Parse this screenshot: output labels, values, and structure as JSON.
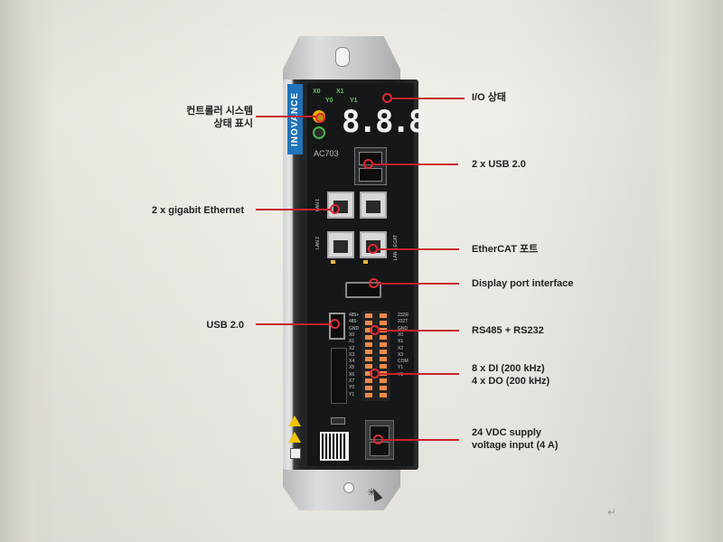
{
  "labels": {
    "system_status": [
      "컨트롤러 시스템",
      "상태 표시"
    ],
    "io_status": "I/O 상태",
    "usb2_x2": "2 x USB 2.0",
    "gigabit_ethernet": "2 x gigabit Ethernet",
    "ethercat": "EtherCAT 포트",
    "display_port": "Display port interface",
    "usb2": "USB 2.0",
    "rs485_rs232": "RS485 + RS232",
    "di_do": [
      "8 x DI (200 kHz)",
      "4 x DO (200 kHz)"
    ],
    "power": [
      "24 VDC supply",
      "voltage input (4 A)"
    ]
  },
  "device": {
    "brand": "INOVANCE",
    "model": "AC703",
    "display_digits": "8.8.8",
    "io_leds": {
      "x0": "X0",
      "x1": "X1",
      "y0": "Y0",
      "y1": "Y1"
    },
    "lan_labels": {
      "lan1": "LAN 1",
      "lan2": "LAN 2",
      "lan3": "LAN 3 ECAT"
    },
    "terminal_left": [
      "485+",
      "485-",
      "GND",
      "X0",
      "X1",
      "X2",
      "X3",
      "X4",
      "X5",
      "X6",
      "X7",
      "Y0",
      "Y1"
    ],
    "terminal_right": [
      "232R",
      "232T",
      "GND",
      "X0",
      "X1",
      "X2",
      "X3",
      "COM",
      "Y1",
      "Y3"
    ]
  },
  "colors": {
    "leader": "#c8232c",
    "brand_blue": "#1f73b8",
    "terminal_orange": "#f08a4b",
    "led_green": "#6fc15c"
  }
}
